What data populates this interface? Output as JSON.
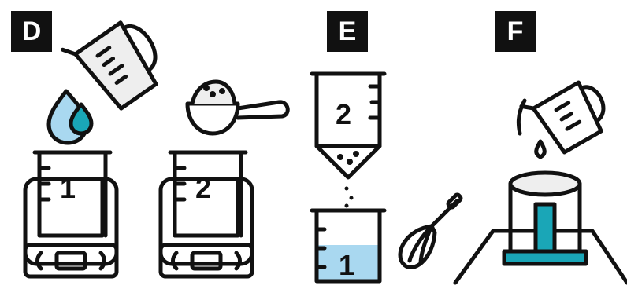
{
  "steps": {
    "d": {
      "label": "D"
    },
    "e": {
      "label": "E"
    },
    "f": {
      "label": "F"
    }
  },
  "containers": {
    "d_scale_left": "1",
    "d_scale_right": "2",
    "e_top_beaker": "2",
    "e_bottom_beaker": "1"
  },
  "colors": {
    "outline": "#111111",
    "water_fill": "#a9d8f0",
    "accent_teal": "#1aa6b7",
    "light_gray": "#eeeeee"
  }
}
